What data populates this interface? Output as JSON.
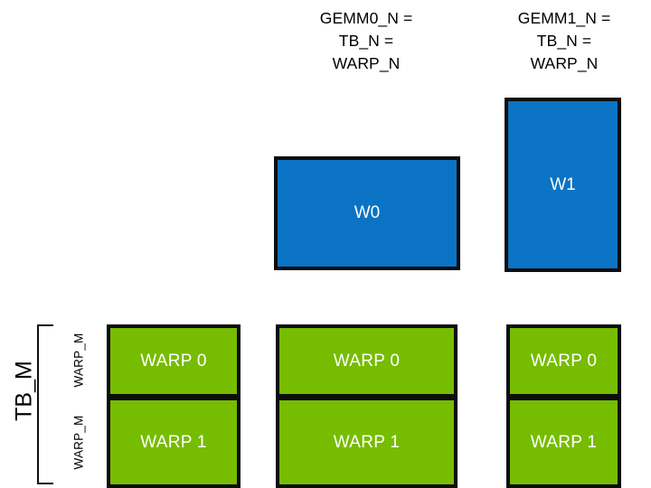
{
  "diagram": {
    "title_columns": [
      {
        "id": "gemm0",
        "text": "GEMM0_N =\nTB_N =\nWARP_N"
      },
      {
        "id": "gemm1",
        "text": "GEMM1_N =\nTB_N =\nWARP_N"
      }
    ],
    "blue_tiles": [
      {
        "id": "w0",
        "label": "W0"
      },
      {
        "id": "w1",
        "label": "W1"
      }
    ],
    "green_columns": [
      {
        "id": "col0",
        "cells": [
          {
            "label": "WARP 0"
          },
          {
            "label": "WARP 1"
          }
        ]
      },
      {
        "id": "col1",
        "cells": [
          {
            "label": "WARP 0"
          },
          {
            "label": "WARP 1"
          }
        ]
      },
      {
        "id": "col2",
        "cells": [
          {
            "label": "WARP 0"
          },
          {
            "label": "WARP 1"
          }
        ]
      }
    ],
    "axis_labels": {
      "tb_m": "TB_M",
      "warp_m_top": "WARP_M",
      "warp_m_bottom": "WARP_M"
    },
    "colors": {
      "green": "#76BC00",
      "blue": "#0B73C4",
      "border": "#0D0D0D",
      "text_on_fill": "#FFFFFF",
      "background": "#FFFFFF"
    }
  }
}
